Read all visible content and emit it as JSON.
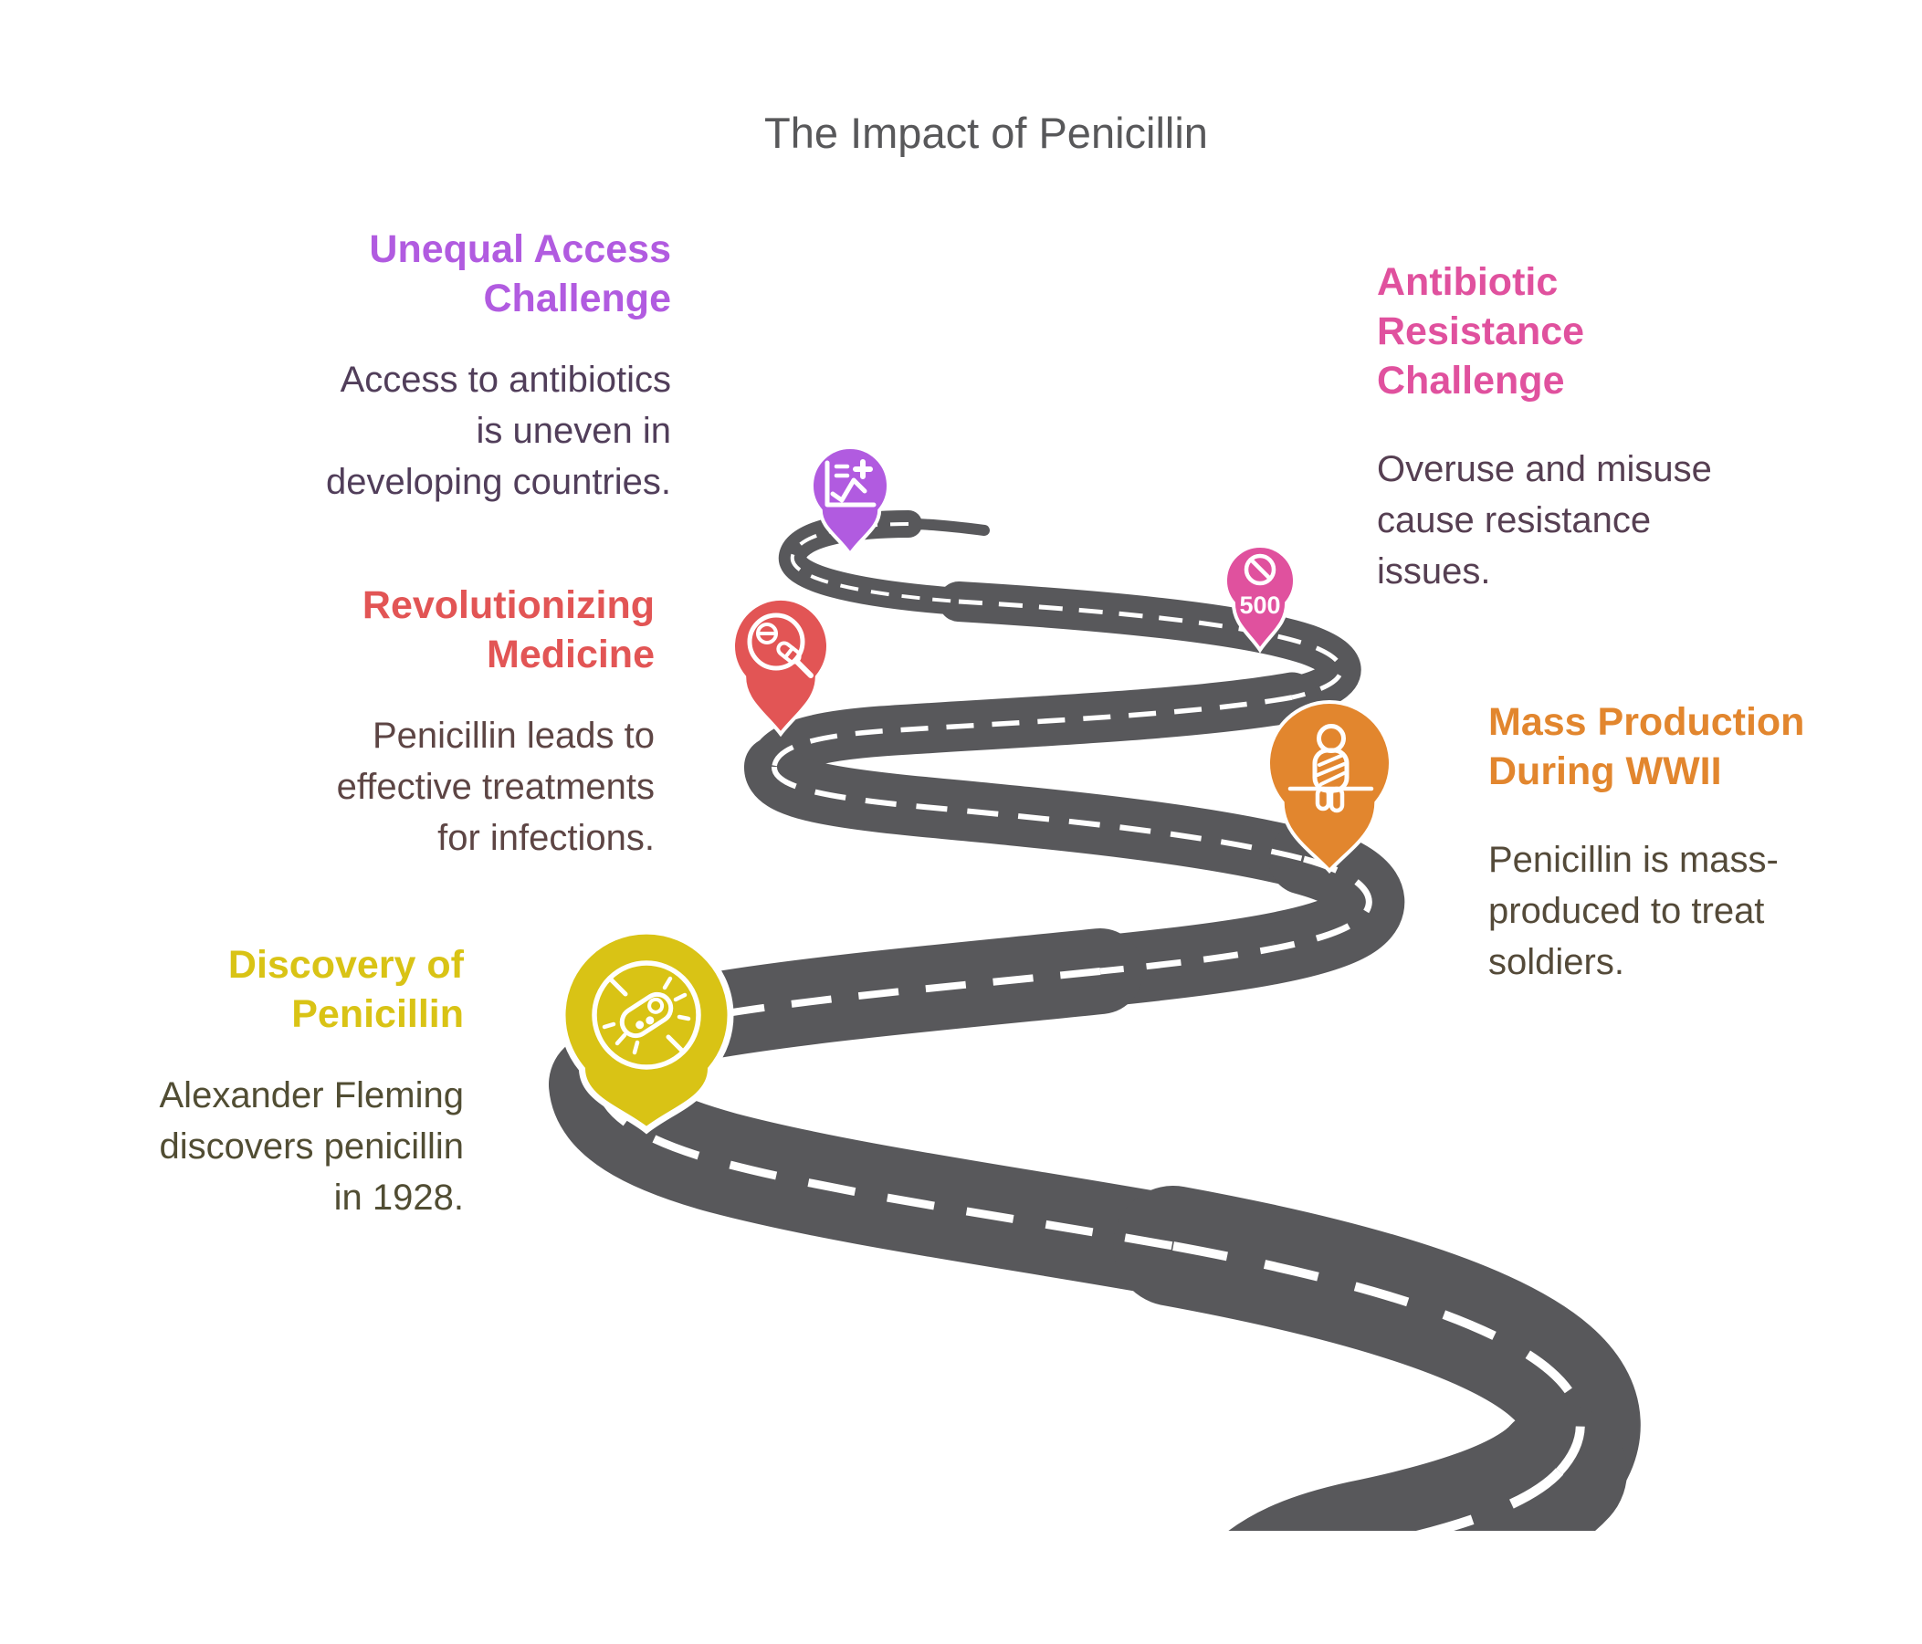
{
  "title": "The Impact of Penicillin",
  "title_color": "#58585a",
  "road": {
    "color": "#58585b",
    "line_color": "#ffffff"
  },
  "milestones": {
    "discovery": {
      "heading": [
        "Discovery of",
        "Penicillin"
      ],
      "body": [
        "Alexander Fleming",
        "discovers penicillin",
        "in 1928."
      ],
      "color": "#d9c315",
      "body_color": "#514d33",
      "icon": "no-bacteria-icon"
    },
    "revolutionizing": {
      "heading": [
        "Revolutionizing",
        "Medicine"
      ],
      "body": [
        "Penicillin leads to",
        "effective treatments",
        "for infections."
      ],
      "color": "#e25555",
      "body_color": "#5d4544",
      "icon": "pills-magnifier-icon"
    },
    "unequal": {
      "heading": [
        "Unequal Access",
        "Challenge"
      ],
      "body": [
        "Access to antibiotics",
        "is uneven in",
        "developing countries."
      ],
      "color": "#b15be0",
      "body_color": "#513e5a",
      "icon": "health-chart-icon"
    },
    "resistance": {
      "heading": [
        "Antibiotic",
        "Resistance",
        "Challenge"
      ],
      "body": [
        "Overuse and misuse",
        "cause resistance",
        "issues."
      ],
      "color": "#e0519e",
      "body_color": "#563f52",
      "icon": "no-sign-icon",
      "badge": "500"
    },
    "mass_production": {
      "heading": [
        "Mass Production",
        "During WWII"
      ],
      "body": [
        "Penicillin is mass-",
        "produced to treat",
        "soldiers."
      ],
      "color": "#e2862e",
      "body_color": "#544a39",
      "icon": "bandaged-soldier-icon"
    }
  }
}
